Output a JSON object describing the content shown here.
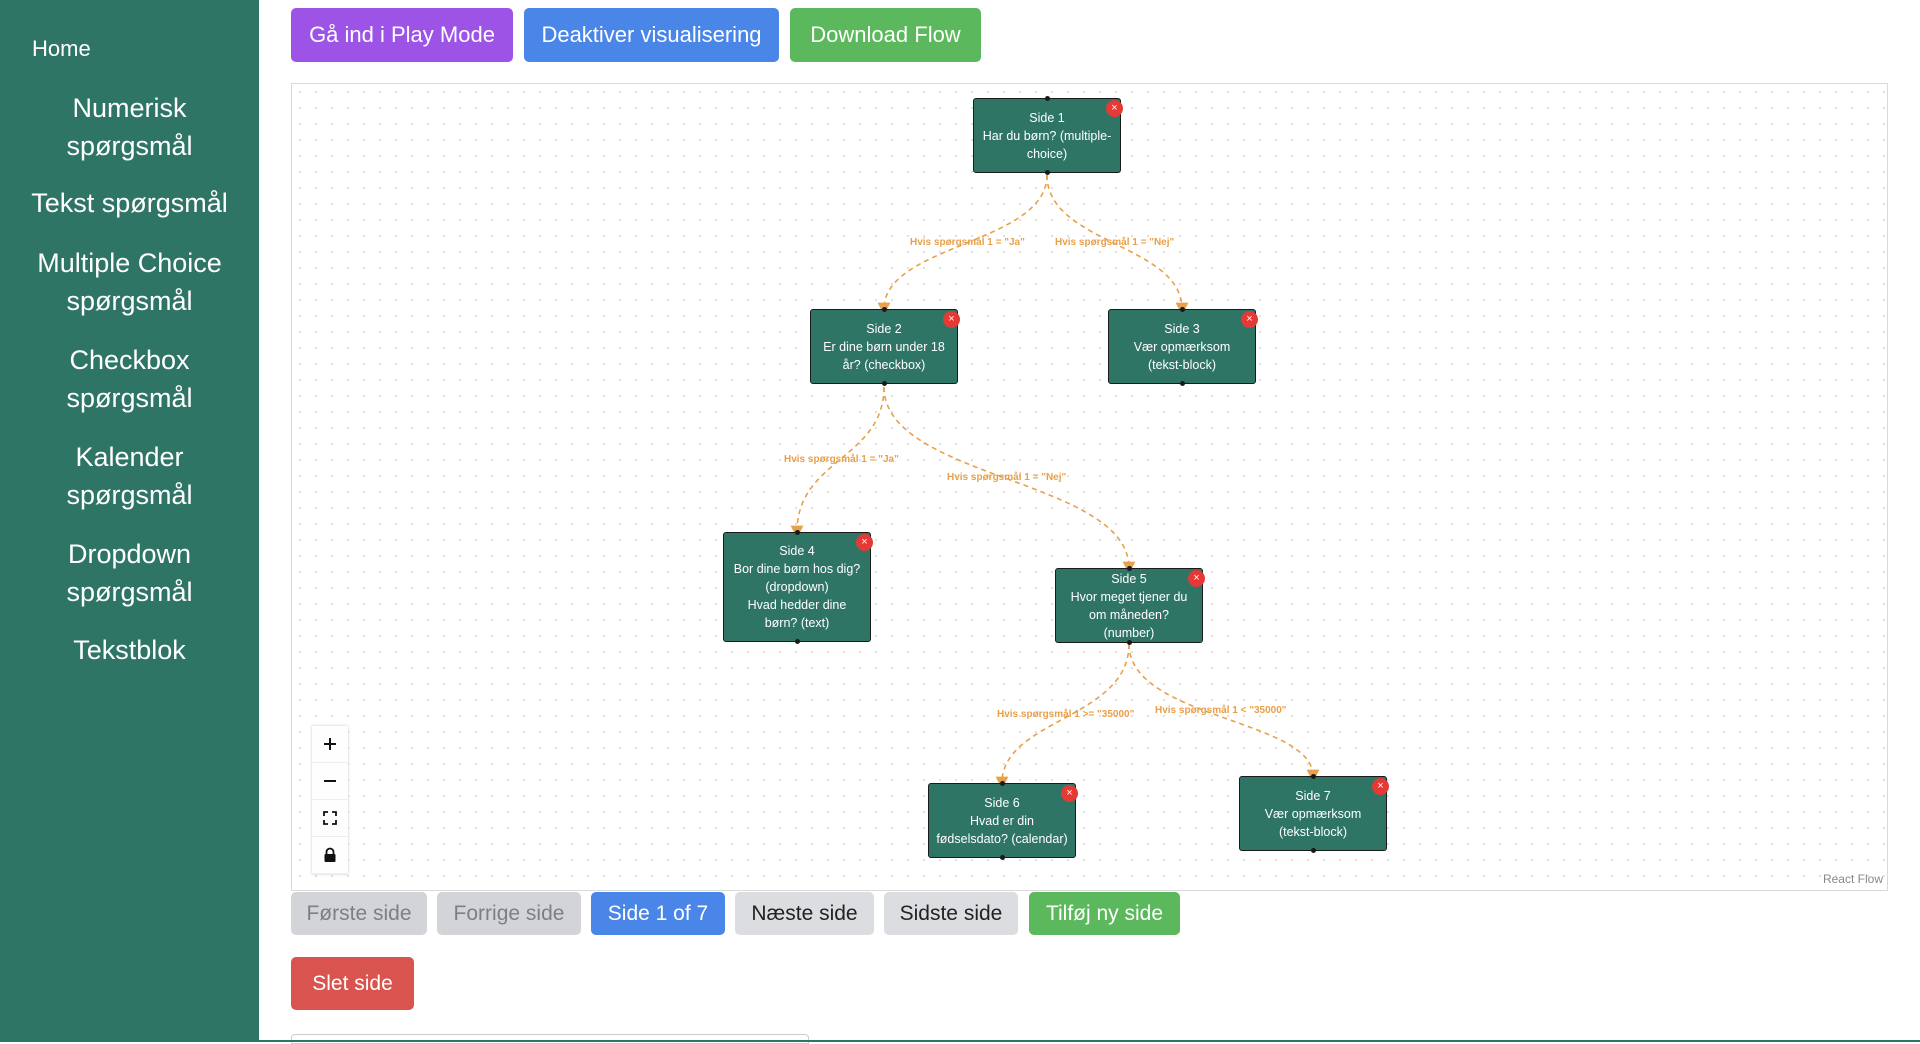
{
  "sidebar": {
    "home": "Home",
    "items": [
      {
        "line1": "Numerisk",
        "line2": "spørgsmål"
      },
      {
        "line1": "Tekst spørgsmål",
        "line2": ""
      },
      {
        "line1": "Multiple Choice",
        "line2": "spørgsmål"
      },
      {
        "line1": "Checkbox",
        "line2": "spørgsmål"
      },
      {
        "line1": "Kalender",
        "line2": "spørgsmål"
      },
      {
        "line1": "Dropdown",
        "line2": "spørgsmål"
      },
      {
        "line1": "Tekstblok",
        "line2": ""
      }
    ]
  },
  "toolbar": {
    "play_mode": "Gå ind i Play Mode",
    "visualization": "Deaktiver visualisering",
    "download": "Download Flow"
  },
  "flow": {
    "nodes": [
      {
        "title": "Side 1",
        "lines": [
          "Har du børn? (multiple-",
          "choice)"
        ]
      },
      {
        "title": "Side 2",
        "lines": [
          "Er dine børn under 18",
          "år? (checkbox)"
        ]
      },
      {
        "title": "Side 3",
        "lines": [
          "Vær opmærksom",
          "(tekst-block)"
        ]
      },
      {
        "title": "Side 4",
        "lines": [
          "Bor dine børn hos dig?",
          "(dropdown)",
          "Hvad hedder dine",
          "børn? (text)"
        ]
      },
      {
        "title": "Side 5",
        "lines": [
          "Hvor meget tjener du",
          "om måneden? (number)"
        ]
      },
      {
        "title": "Side 6",
        "lines": [
          "Hvad er din",
          "fødselsdato? (calendar)"
        ]
      },
      {
        "title": "Side 7",
        "lines": [
          "Vær opmærksom",
          "(tekst-block)"
        ]
      }
    ],
    "delete_glyph": "×",
    "edges": [
      {
        "label": "Hvis spørgsmål 1 = \"Ja\""
      },
      {
        "label": "Hvis spørgsmål 1 = \"Nej\""
      },
      {
        "label": "Hvis spørgsmål 1 = \"Ja\""
      },
      {
        "label": "Hvis spørgsmål 1 = \"Nej\""
      },
      {
        "label": "Hvis spørgsmål 1 >= \"35000\""
      },
      {
        "label": "Hvis spørgsmål 1 < \"35000\""
      }
    ],
    "edge_color": "#e8a04a",
    "attribution": "React Flow",
    "controls": [
      "zoom-in-icon",
      "zoom-out-icon",
      "fit-view-icon",
      "lock-icon"
    ]
  },
  "pagination": {
    "first": "Første side",
    "prev": "Forrige side",
    "current": "Side 1 of 7",
    "next": "Næste side",
    "last": "Sidste side",
    "add": "Tilføj ny side"
  },
  "actions": {
    "delete": "Slet side"
  },
  "colors": {
    "sidebar": "#2e7566",
    "node": "#2e7566",
    "purple": "#9d54e6",
    "blue": "#4a86e8",
    "green": "#5cb85c",
    "red": "#d9534f"
  }
}
